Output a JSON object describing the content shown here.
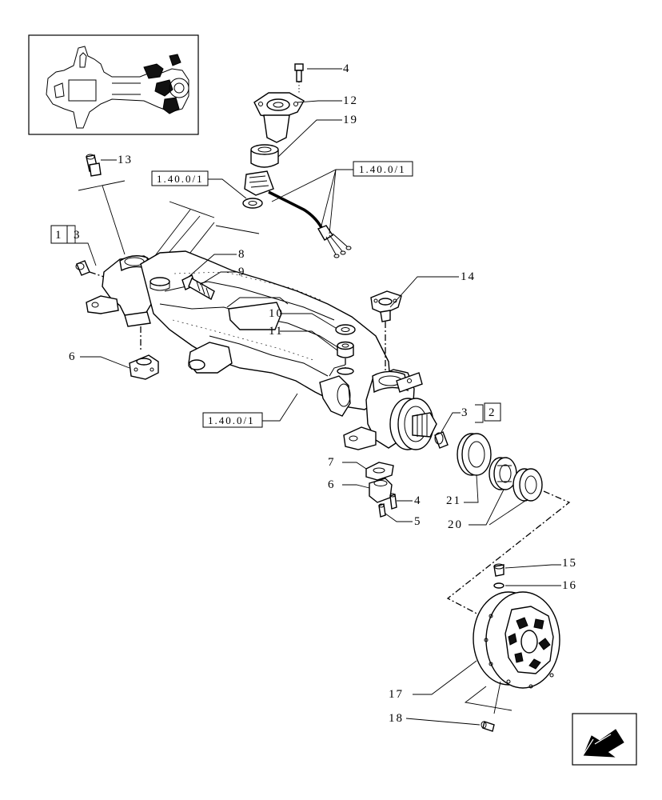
{
  "part_numbers": {
    "n1": "1",
    "n2": "2",
    "n3_left": "3",
    "n3_right": "3",
    "n4_top": "4",
    "n4_bottom": "4",
    "n5": "5",
    "n6_left": "6",
    "n6_bottom": "6",
    "n7": "7",
    "n8": "8",
    "n9": "9",
    "n10": "10",
    "n11": "11",
    "n12": "12",
    "n13": "13",
    "n14": "14",
    "n15": "15",
    "n16": "16",
    "n17": "17",
    "n18": "18",
    "n19": "19",
    "n20": "20",
    "n21": "21"
  },
  "references": {
    "ref_left": "1.40.0/1",
    "ref_right": "1.40.0/1",
    "ref_axle": "1.40.0/1"
  },
  "nav": {
    "icon": "back-arrow-icon"
  }
}
